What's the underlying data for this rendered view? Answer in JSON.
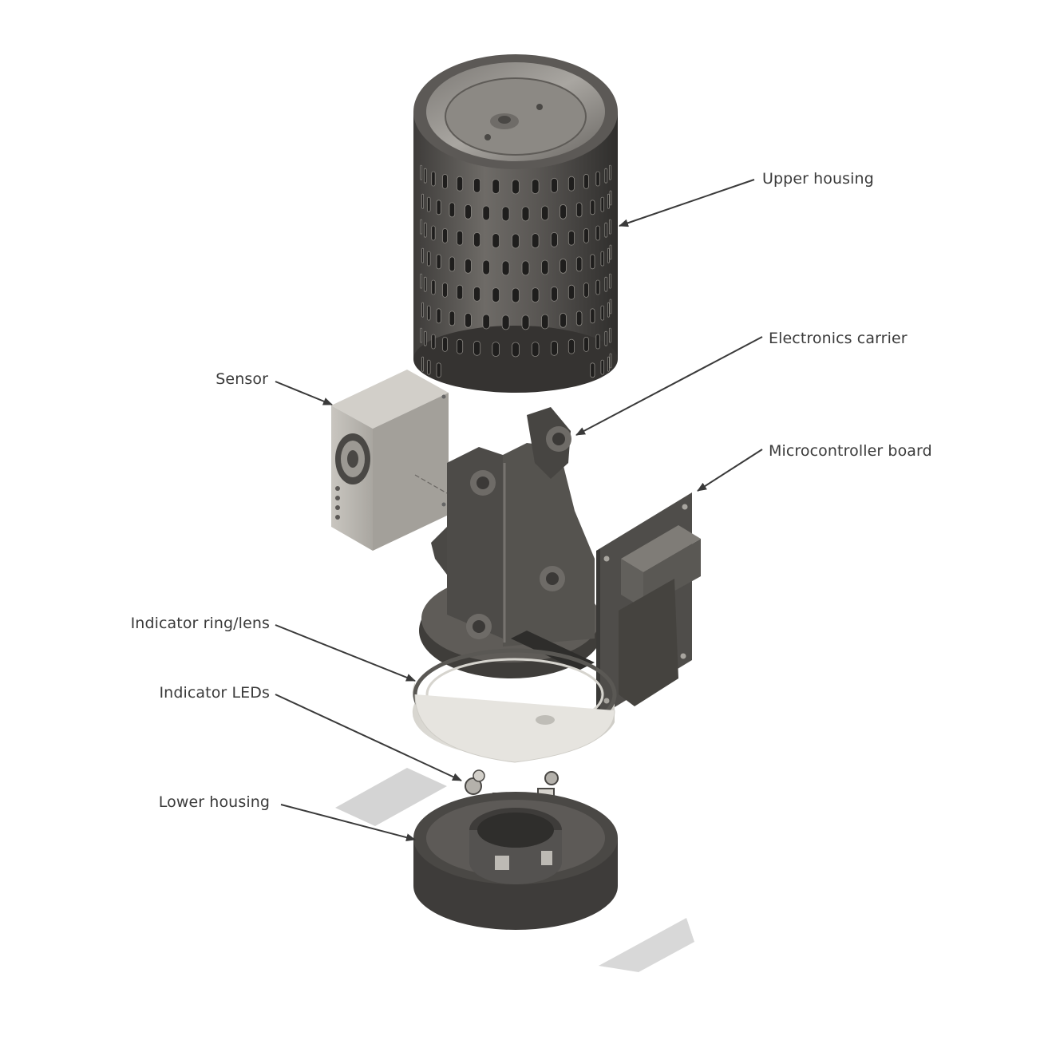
{
  "callouts": {
    "upper_housing": "Upper housing",
    "electronics_carrier": "Electronics carrier",
    "microcontroller_board": "Microcontroller board",
    "sensor": "Sensor",
    "indicator_ring": "Indicator ring/lens",
    "indicator_leds": "Indicator LEDs",
    "lower_housing": "Lower housing"
  },
  "colors": {
    "metal_dark": "#4a4845",
    "metal_mid": "#6b6864",
    "metal_light": "#8f8b86",
    "sensor_body": "#b9b6af",
    "lens_white": "#e4e2dd",
    "leader_line": "#3a3a3a",
    "shadow": "#cfcfcf"
  }
}
